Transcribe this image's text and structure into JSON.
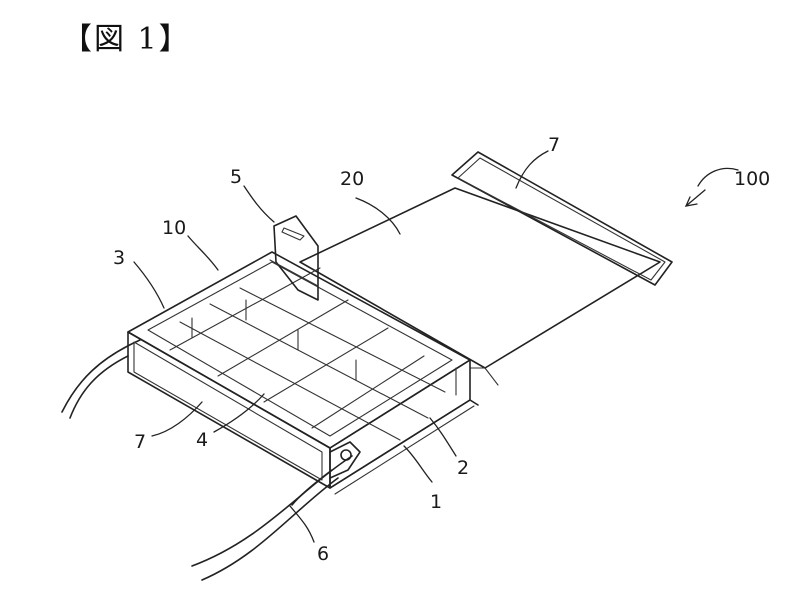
{
  "figure": {
    "heading": "【図 1】"
  },
  "labels": {
    "r100": "100",
    "r7_top": "7",
    "r20": "20",
    "r5": "5",
    "r10": "10",
    "r3": "3",
    "r7_left": "7",
    "r4": "4",
    "r2": "2",
    "r1": "1",
    "r6": "6"
  }
}
